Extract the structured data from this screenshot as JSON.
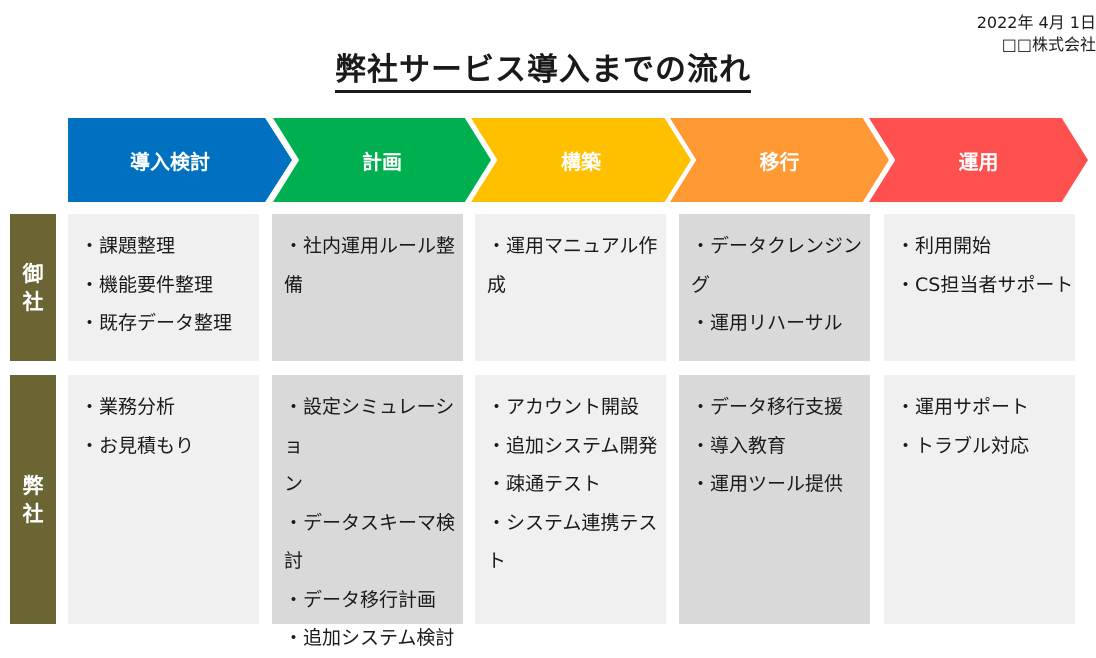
{
  "header": {
    "date": "2022年 4月 1日",
    "company": "□□株式会社",
    "title": "弊社サービス導入までの流れ"
  },
  "phases": [
    {
      "label": "導入検討",
      "color": "#0070c0"
    },
    {
      "label": "計画",
      "color": "#00b050"
    },
    {
      "label": "構築",
      "color": "#ffc000"
    },
    {
      "label": "移行",
      "color": "#ff9933"
    },
    {
      "label": "運用",
      "color": "#ff5050"
    }
  ],
  "rows": [
    {
      "label": [
        "御",
        "社"
      ],
      "cells": [
        [
          "・課題整理",
          "・機能要件整理",
          "・既存データ整理"
        ],
        [
          "・社内運用ルール整",
          "備"
        ],
        [
          "・運用マニュアル作",
          "成"
        ],
        [
          "・データクレンジング",
          "・運用リハーサル"
        ],
        [
          "・利用開始",
          "・CS担当者サポート"
        ]
      ]
    },
    {
      "label": [
        "弊",
        "社"
      ],
      "cells": [
        [
          "・業務分析",
          "・お見積もり"
        ],
        [
          "・設定シミュレーショ",
          "ン",
          "・データスキーマ検討",
          "・データ移行計画",
          "・追加システム検討"
        ],
        [
          "・アカウント開設",
          "・追加システム開発",
          "・疎通テスト",
          "・システム連携テスト"
        ],
        [
          "・データ移行支援",
          "・導入教育",
          "・運用ツール提供"
        ],
        [
          "・運用サポート",
          "・トラブル対応"
        ]
      ]
    }
  ],
  "colors": {
    "side_label_bg": "#6b6433",
    "cell_light": "#f0f0f0",
    "cell_dark": "#d9d9d9"
  }
}
